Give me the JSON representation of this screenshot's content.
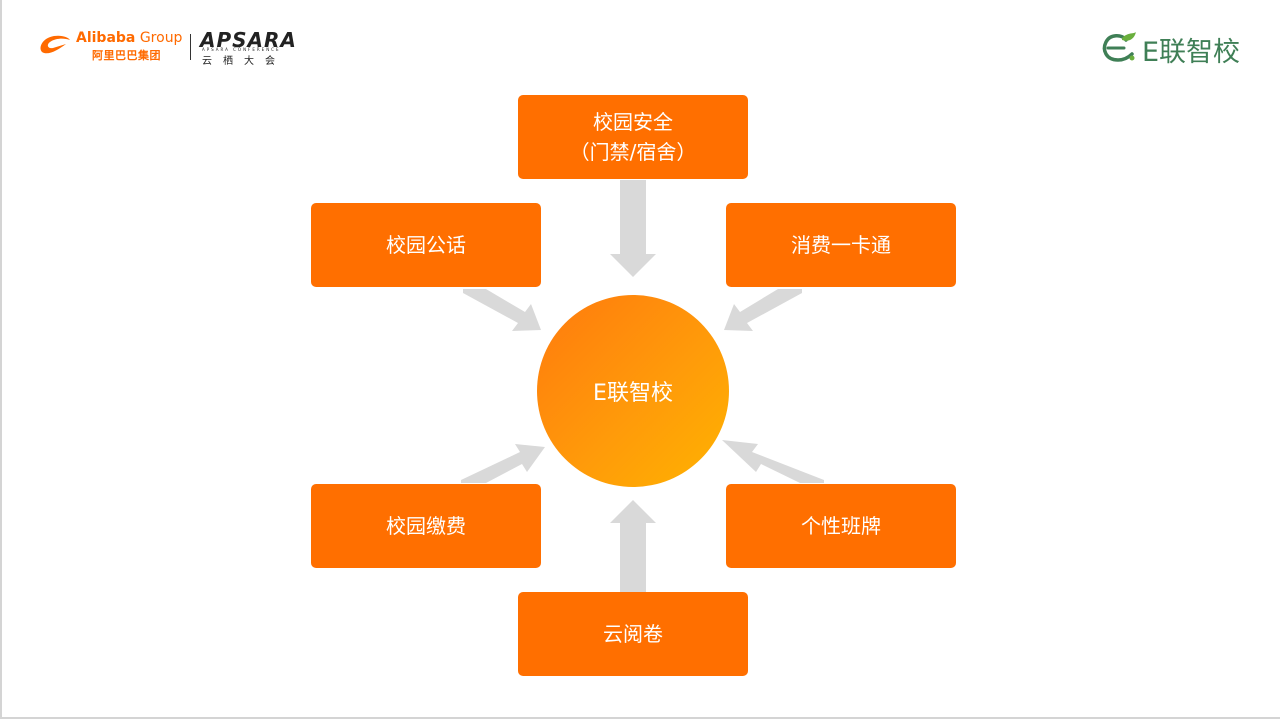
{
  "header": {
    "alibaba_name": "Alibaba",
    "alibaba_group": " Group",
    "alibaba_cn": "阿里巴巴集团",
    "apsara_name": "APSARA",
    "apsara_sub": "APSARA CONFERENCE",
    "apsara_cn": "云栖大会",
    "brand_text": "E联智校"
  },
  "diagram": {
    "center": "E联智校",
    "nodes": {
      "top_line1": "校园安全",
      "top_line2": "（门禁/宿舍）",
      "upper_left": "校园公话",
      "upper_right": "消费一卡通",
      "lower_left": "校园缴费",
      "lower_right": "个性班牌",
      "bottom": "云阅卷"
    }
  },
  "colors": {
    "node": "#ff6f00",
    "arrow": "#d9d9d9",
    "center_from": "#ff7a0e",
    "center_to": "#ffb300",
    "brand": "#3f7f56",
    "alibaba": "#ff6a00"
  }
}
